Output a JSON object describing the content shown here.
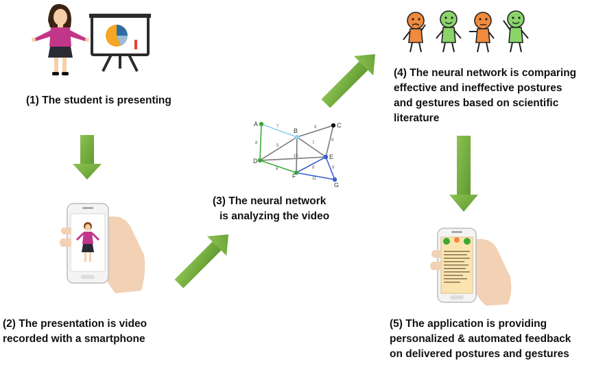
{
  "steps": [
    {
      "lines": [
        "(1) The student is presenting"
      ]
    },
    {
      "lines": [
        "(2) The presentation is video",
        "recorded with a smartphone"
      ]
    },
    {
      "lines": [
        "(3) The neural network",
        "is analyzing the video"
      ]
    },
    {
      "lines": [
        "(4) The neural network is comparing",
        "effective and ineffective postures",
        "and gestures based on scientific",
        "literature"
      ]
    },
    {
      "lines": [
        "(5) The application is providing",
        "personalized & automated feedback",
        "on delivered postures and gestures"
      ]
    }
  ],
  "graph": {
    "nodes": [
      "A",
      "B",
      "C",
      "D",
      "E",
      "F",
      "G"
    ],
    "edge_labels": [
      "7",
      "8",
      "9",
      "5",
      "7",
      "15",
      "9",
      "6",
      "8",
      "9",
      "11"
    ]
  },
  "colors": {
    "arrow_green": "#76b043",
    "node_green": "#3aaa35",
    "node_lightblue": "#8fd0ee",
    "node_blue": "#3a5fcd",
    "node_black": "#111111",
    "edge_gray": "#777777",
    "figure_orange": "#f08a3c",
    "figure_green": "#8bd46a",
    "chart_orange": "#f5a623",
    "chart_blue": "#2e6da4"
  }
}
